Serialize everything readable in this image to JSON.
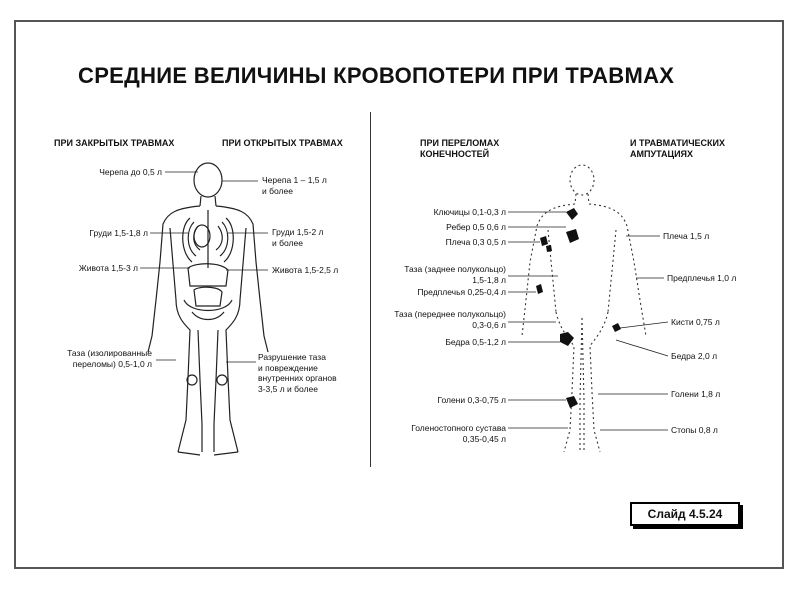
{
  "title": "СРЕДНИЕ ВЕЛИЧИНЫ КРОВОПОТЕРИ ПРИ ТРАВМАХ",
  "sections": {
    "closed": "ПРИ ЗАКРЫТЫХ ТРАВМАХ",
    "open": "ПРИ ОТКРЫТЫХ ТРАВМАХ",
    "fractures": [
      "ПРИ ПЕРЕЛОМАХ",
      "КОНЕЧНОСТЕЙ"
    ],
    "amputations": [
      "И ТРАВМАТИЧЕСКИХ",
      "АМПУТАЦИЯХ"
    ]
  },
  "closed_labels": {
    "skull": "Черепа до 0,5 л",
    "chest": "Груди 1,5-1,8 л",
    "abdomen": "Живота 1,5-3 л",
    "pelvis": [
      "Таза (изолированные",
      "переломы) 0,5-1,0 л"
    ]
  },
  "open_labels": {
    "skull": [
      "Черепа 1 – 1,5 л",
      "и более"
    ],
    "chest": [
      "Груди 1,5-2 л",
      "и более"
    ],
    "abdomen": "Живота 1,5-2,5 л",
    "pelvis": [
      "Разрушение таза",
      "и повреждение",
      "внутренних органов",
      "3-3,5 л и более"
    ]
  },
  "fracture_labels": {
    "clavicle": "Ключицы 0,1-0,3 л",
    "ribs": "Ребер 0,5   0,6 л",
    "shoulder": "Плеча 0,3   0,5 л",
    "pelvis_posterior": [
      "Таза (заднее полукольцо)",
      "1,5-1,8 л"
    ],
    "forearm": "Предплечья 0,25-0,4 л",
    "pelvis_anterior": [
      "Таза (переднее полукольцо)",
      "0,3-0,6 л"
    ],
    "thigh": "Бедра 0,5-1,2 л",
    "shin": "Голени 0,3-0,75 л",
    "ankle": [
      "Голеностопного сустава",
      "0,35-0,45 л"
    ]
  },
  "amputation_labels": {
    "shoulder": "Плеча 1,5 л",
    "forearm": "Предплечья 1,0 л",
    "hand": "Кисти 0,75 л",
    "thigh": "Бедра 2,0 л",
    "shin": "Голени 1,8 л",
    "foot": "Стопы  0,8 л"
  },
  "slide": "Слайд 4.5.24"
}
